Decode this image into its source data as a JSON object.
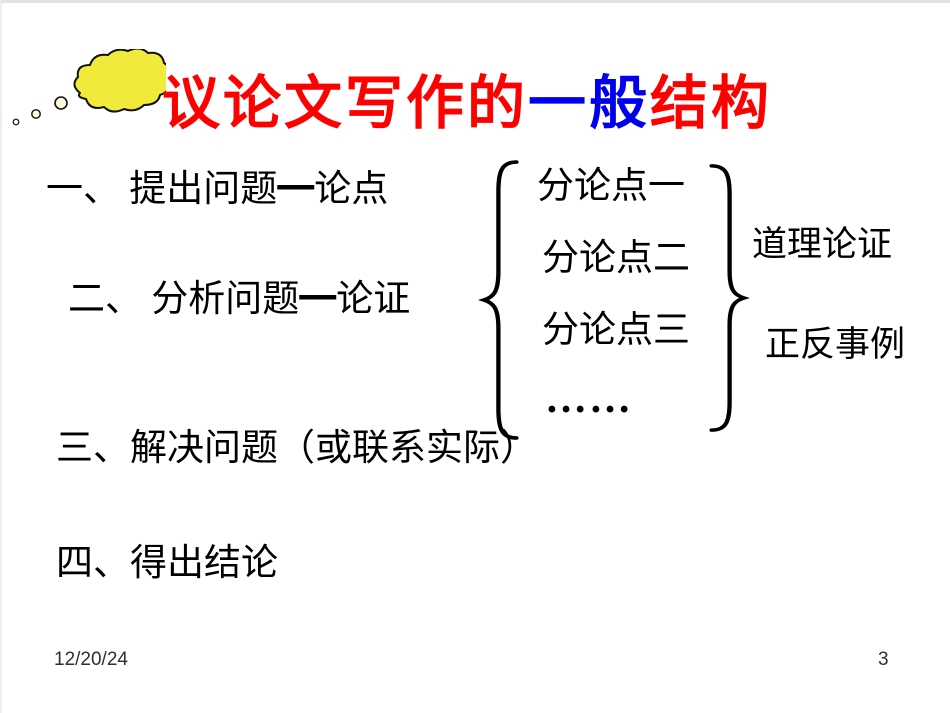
{
  "title": {
    "red1": "议论文写作的",
    "blue": "一般",
    "red2": "结构"
  },
  "outline": {
    "item1": "一、 提出问题━论点",
    "item2": "二、 分析问题━论证",
    "item3": "三、解决问题（或联系实际）",
    "item4": "四、得出结论"
  },
  "branch": {
    "sub1": "分论点一",
    "sub2": "分论点二",
    "sub3": "分论点三",
    "dots": "……",
    "note1": "道理论证",
    "note2": "正反事例"
  },
  "footer": {
    "date": "12/20/24",
    "page": "3"
  },
  "colors": {
    "title_red": "#ff0000",
    "title_blue": "#0000ee",
    "cloud_yellow": "#f2ea3a",
    "text": "#000000"
  }
}
